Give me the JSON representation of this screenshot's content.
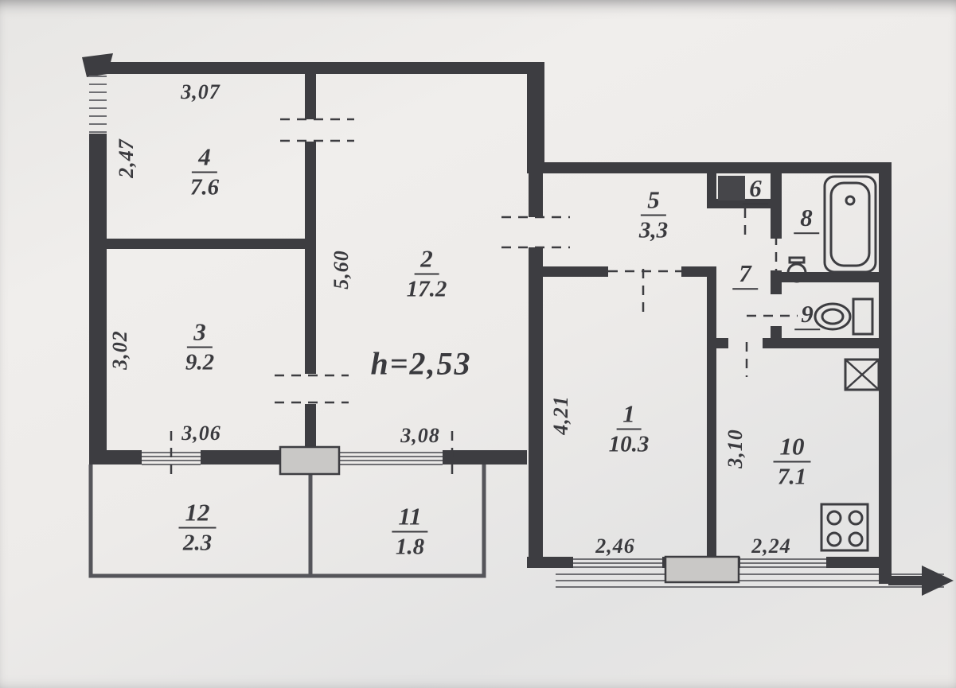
{
  "plan": {
    "title": "apartment-floor-plan-scan",
    "ceiling": "h=2,53",
    "colors": {
      "ink": "#3a3a3e",
      "wall": "#3d3d41",
      "paper": "#edecea",
      "hatch": "#6f6f73"
    },
    "rooms": [
      {
        "number": "4",
        "area": "7.6"
      },
      {
        "number": "3",
        "area": "9.2"
      },
      {
        "number": "2",
        "area": "17.2"
      },
      {
        "number": "5",
        "area": "3,3"
      },
      {
        "number": "6",
        "area": ""
      },
      {
        "number": "7",
        "area": ""
      },
      {
        "number": "8",
        "area": ""
      },
      {
        "number": "9",
        "area": ""
      },
      {
        "number": "1",
        "area": "10.3"
      },
      {
        "number": "10",
        "area": "7.1"
      },
      {
        "number": "12",
        "area": "2.3"
      },
      {
        "number": "11",
        "area": "1.8"
      }
    ],
    "dimensions": {
      "top_width": "3,07",
      "room4_depth": "2,47",
      "room3_depth": "3,02",
      "room2_depth": "5,60",
      "window_12": "3,06",
      "window_11": "3,08",
      "room1_depth": "4,21",
      "room1_width": "2,46",
      "room10_depth": "3,10",
      "room10_width": "2,24"
    }
  }
}
